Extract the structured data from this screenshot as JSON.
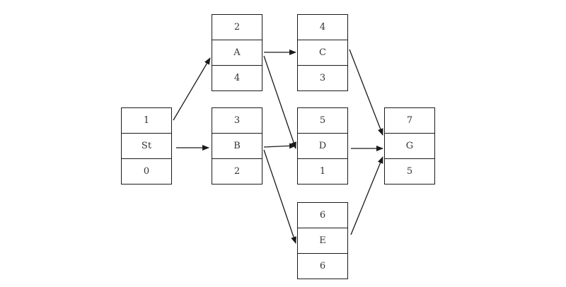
{
  "nodes": {
    "st": {
      "top": "1",
      "label": "St",
      "bottom": "0"
    },
    "a": {
      "top": "2",
      "label": "A",
      "bottom": "4"
    },
    "b": {
      "top": "3",
      "label": "B",
      "bottom": "2"
    },
    "c": {
      "top": "4",
      "label": "C",
      "bottom": "3"
    },
    "d": {
      "top": "5",
      "label": "D",
      "bottom": "1"
    },
    "e": {
      "top": "6",
      "label": "E",
      "bottom": "6"
    },
    "g": {
      "top": "7",
      "label": "G",
      "bottom": "5"
    }
  },
  "edges": [
    {
      "from": "St",
      "to": "A"
    },
    {
      "from": "St",
      "to": "B"
    },
    {
      "from": "A",
      "to": "C"
    },
    {
      "from": "A",
      "to": "D"
    },
    {
      "from": "B",
      "to": "D"
    },
    {
      "from": "B",
      "to": "E"
    },
    {
      "from": "C",
      "to": "G"
    },
    {
      "from": "D",
      "to": "G"
    },
    {
      "from": "E",
      "to": "G"
    }
  ],
  "colors": {
    "line": "#1a1a1a",
    "text": "#333333"
  }
}
